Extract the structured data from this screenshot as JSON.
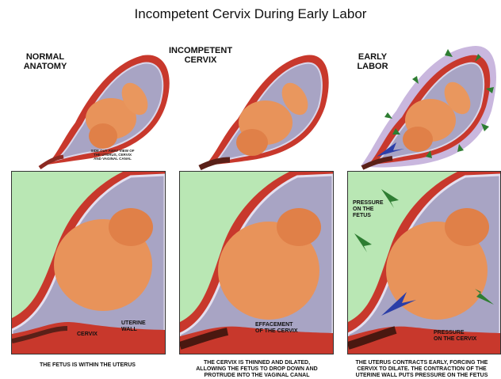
{
  "title": "Incompetent Cervix During Early Labor",
  "sections": [
    {
      "label_line1": "NORMAL",
      "label_line2": "ANATOMY"
    },
    {
      "label_line1": "INCOMPETENT",
      "label_line2": "CERVIX"
    },
    {
      "label_line1": "EARLY",
      "label_line2": "LABOR"
    }
  ],
  "side_note": [
    "SIDE CUT AWAY VIEW OF",
    "THE UTERUS, CERVIX",
    "AND VAGINAL CANAL"
  ],
  "panel_labels": {
    "cervix": "CERVIX",
    "uterine_wall_1": "UTERINE",
    "uterine_wall_2": "WALL",
    "effacement_1": "EFFACEMENT",
    "effacement_2": "OF THE CERVIX",
    "pressure_fetus_1": "PRESSURE",
    "pressure_fetus_2": "ON THE",
    "pressure_fetus_3": "FETUS",
    "pressure_cervix_1": "PRESSURE",
    "pressure_cervix_2": "ON THE CERVIX"
  },
  "captions": {
    "c1": "THE FETUS IS WITHIN THE UTERUS",
    "c2_1": "THE CERVIX IS THINNED AND DILATED,",
    "c2_2": "ALLOWING THE FETUS TO DROP DOWN AND",
    "c2_3": "PROTRUDE INTO THE VAGINAL CANAL",
    "c3_1": "THE UTERUS CONTRACTS EARLY, FORCING THE",
    "c3_2": "CERVIX TO DILATE. THE CONTRACTION OF THE",
    "c3_3": "UTERINE WALL PUTS PRESSURE ON THE FETUS"
  },
  "colors": {
    "uterine_wall": "#c8382c",
    "wall_light": "#e88a6e",
    "amniotic_fluid": "#a8a4c4",
    "fetus_skin": "#e8935a",
    "panel_bg": "#b9e7b4",
    "arrow_green": "#2e7d32",
    "arrow_blue": "#2b3ea8",
    "aura_purple": "#c9b7de"
  }
}
